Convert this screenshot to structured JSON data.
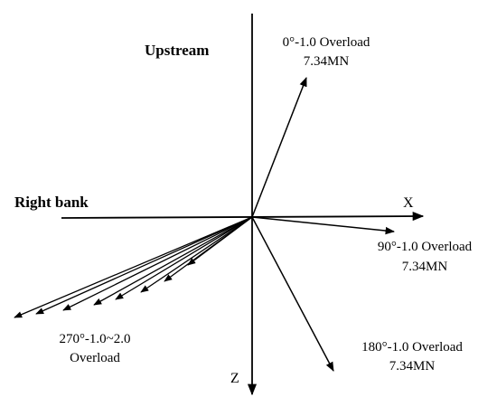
{
  "labels": {
    "upstream": "Upstream",
    "right_bank": "Right bank",
    "x_axis": "X",
    "z_axis": "Z",
    "load_0_line1": "0°-1.0 Overload",
    "load_0_line2": "7.34MN",
    "load_90_line1": "90°-1.0 Overload",
    "load_90_line2": "7.34MN",
    "load_180_line1": "180°-1.0 Overload",
    "load_180_line2": "7.34MN",
    "load_270_line1": "270°-1.0~2.0",
    "load_270_line2": "Overload"
  },
  "colors": {
    "stroke": "#000000"
  }
}
